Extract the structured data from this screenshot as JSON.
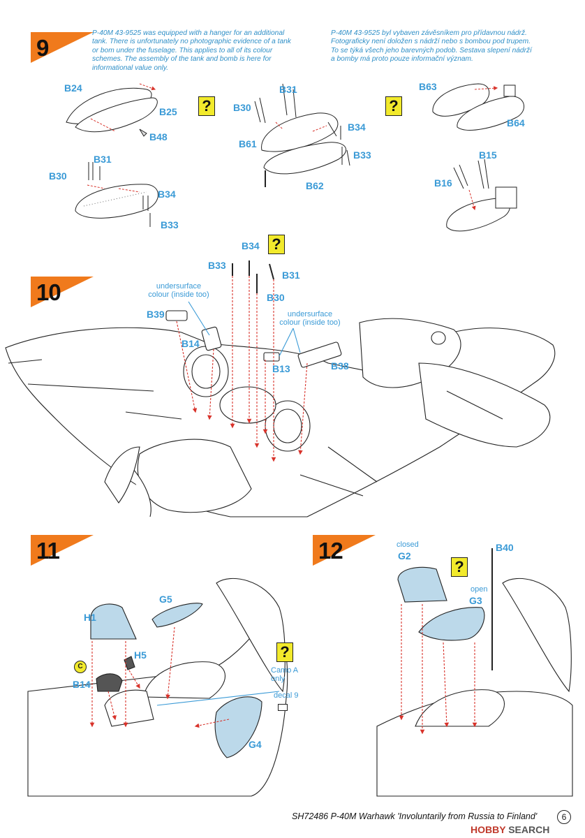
{
  "steps": {
    "s9": {
      "number": "9",
      "note_en": [
        "P-40M 43-9525 was equipped with a hanger for an additional",
        "tank. There is unfortunately no photographic evidence of a tank",
        "or bom under the fuselage. This applies to all of its colour",
        "schemes. The assembly of the tank and bomb is here for",
        "informational value only."
      ],
      "note_cz": [
        "P-40M 43-9525 byl vybaven závěsníkem pro přídavnou nádrž.",
        "Fotograficky není doložen s nádrží nebo s bombou pod trupem.",
        "To se týká všech jeho barevných podob. Sestava slepení nádrží",
        "a bomby má proto pouze informační význam."
      ],
      "parts": [
        "B24",
        "B25",
        "B48",
        "B31",
        "B30",
        "B34",
        "B61",
        "B33",
        "B62",
        "B63",
        "B64",
        "B31",
        "B30",
        "B34",
        "B33",
        "B15",
        "B16"
      ]
    },
    "s10": {
      "number": "10",
      "parts": [
        "B34",
        "B33",
        "B31",
        "B30",
        "B39",
        "B14",
        "B13",
        "B38"
      ],
      "callout_a": [
        "undersurface",
        "colour (inside too)"
      ],
      "callout_b": [
        "undersurface",
        "colour (inside too)"
      ]
    },
    "s11": {
      "number": "11",
      "parts": [
        "G5",
        "H1",
        "H5",
        "B14",
        "G4"
      ],
      "camo": [
        "Camo A",
        "only"
      ],
      "decal": "decal 9",
      "circle_letter": "C"
    },
    "s12": {
      "number": "12",
      "parts": [
        "G2",
        "B40",
        "G3"
      ],
      "closed": "closed",
      "open": "open"
    }
  },
  "qmark": "?",
  "footer": "SH72486  P-40M Warhawk  'Involuntarily from Russia to Finland'",
  "page_number": "6",
  "watermark": {
    "hobby": "HOBBY",
    "search": "SEARCH"
  },
  "colors": {
    "accent_orange": "#f07a1c",
    "part_blue": "#3a9ad6",
    "glass": "#bcd9ea",
    "qmark_yellow": "#f2ea2c",
    "arrow_red": "#d8332b"
  }
}
